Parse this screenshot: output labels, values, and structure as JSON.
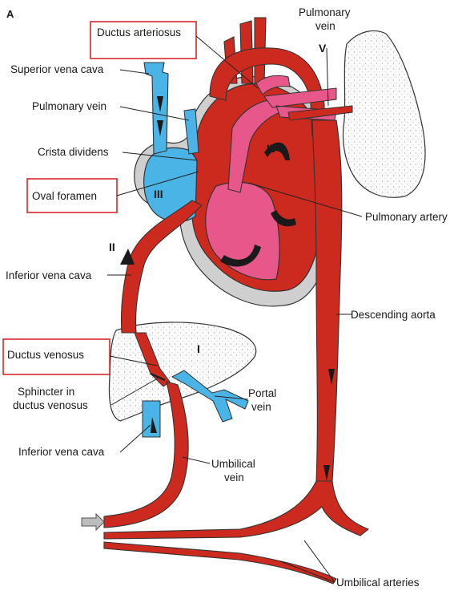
{
  "figure": {
    "panel_letter": "A",
    "labels": {
      "ductus_arteriosus": "Ductus arteriosus",
      "superior_vena_cava": "Superior vena cava",
      "pulmonary_vein_left": "Pulmonary vein",
      "crista_dividens": "Crista dividens",
      "oval_foramen": "Oval foramen",
      "inferior_vena_cava_upper": "Inferior vena cava",
      "ductus_venosus": "Ductus venosus",
      "sphincter_line1": "Sphincter in",
      "sphincter_line2": "ductus venosus",
      "inferior_vena_cava_lower": "Inferior vena cava",
      "umbilical_vein_line1": "Umbilical",
      "umbilical_vein_line2": "vein",
      "portal_vein_line1": "Portal",
      "portal_vein_line2": "vein",
      "pulmonary_vein_top_line1": "Pulmonary",
      "pulmonary_vein_top_line2": "vein",
      "pulmonary_artery": "Pulmonary artery",
      "descending_aorta": "Descending aorta",
      "umbilical_arteries": "Umbilical arteries"
    },
    "roman_numerals": [
      "I",
      "II",
      "III",
      "IV",
      "V"
    ],
    "highlighted": [
      "Ductus arteriosus",
      "Oval foramen",
      "Ductus venosus"
    ],
    "colors": {
      "oxygenated": "#cc2a1e",
      "mixed": "#e8578a",
      "deoxygenated": "#4ab4e6",
      "heart_outline": "#c9c9c9",
      "highlight_box": "#d8262b"
    }
  }
}
